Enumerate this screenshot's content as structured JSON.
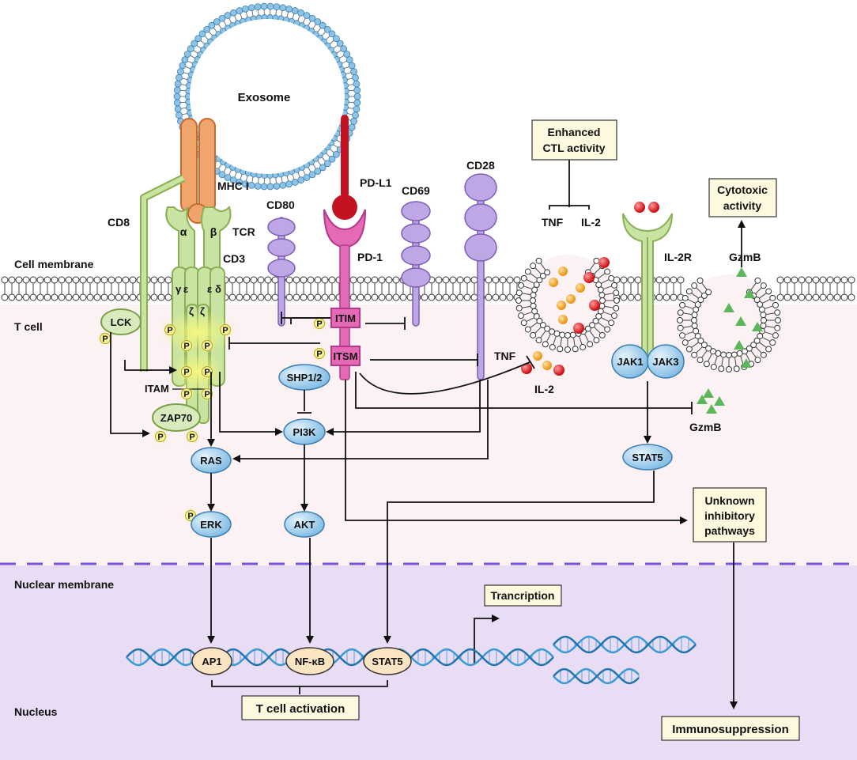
{
  "regions": {
    "cell_membrane": "Cell membrane",
    "t_cell": "T cell",
    "nuclear_membrane": "Nuclear membrane",
    "nucleus": "Nucleus"
  },
  "exosome": "Exosome",
  "receptors": {
    "mhc": "MHC I",
    "cd8": "CD8",
    "tcr": "TCR",
    "alpha": "α",
    "beta": "β",
    "cd3": "CD3",
    "gamma": "γ",
    "epsilon": "ε",
    "delta": "δ",
    "zeta": "ζ",
    "pdl1": "PD-L1",
    "pd1": "PD-1",
    "cd80": "CD80",
    "cd69": "CD69",
    "cd28": "CD28",
    "il2r": "IL-2R"
  },
  "motifs": {
    "itim": "ITIM",
    "itsm": "ITSM",
    "itam": "ITAM"
  },
  "phospho": "P",
  "nodes": {
    "lck": "LCK",
    "zap70": "ZAP70",
    "shp": "SHP1/2",
    "pi3k": "PI3K",
    "ras": "RAS",
    "erk": "ERK",
    "akt": "AKT",
    "jak1": "JAK1",
    "jak3": "JAK3",
    "stat5": "STAT5"
  },
  "cytokines": {
    "tnf": "TNF",
    "il2": "IL-2",
    "gzmb": "GzmB"
  },
  "boxes": {
    "enhanced": [
      "Enhanced",
      "CTL activity"
    ],
    "cytotoxic": [
      "Cytotoxic",
      "activity"
    ],
    "unknown": [
      "Unknown",
      "inhibitory",
      "pathways"
    ],
    "transcription": "Trancription",
    "tcell_activation": "T cell activation",
    "immunosuppression": "Immunosuppression"
  },
  "tfs": {
    "ap1": "AP1",
    "nfkb": "NF-κB",
    "stat5": "STAT5"
  },
  "colors": {
    "tcell_bg": "#fcf1f3",
    "nucleus_bg": "#e8ddf4",
    "nuclear_line": "#7d55d9",
    "exosome_head": "#8cc3e6",
    "mhc": "#f0a56d",
    "tcr": "#c8e3a2",
    "pd1_pink": "#e46ab6",
    "pdl1_red": "#c51220",
    "receptor_purple": "#bfa7e6",
    "node_blue": "#b8d9f1",
    "box_fill": "#fcf9df",
    "tf_fill": "#fbe4c2",
    "dna": "#3c9ad3",
    "tnf_orange": "#f0a023",
    "il2_red": "#dd1d1d",
    "gzmb_green": "#5ab85a"
  }
}
